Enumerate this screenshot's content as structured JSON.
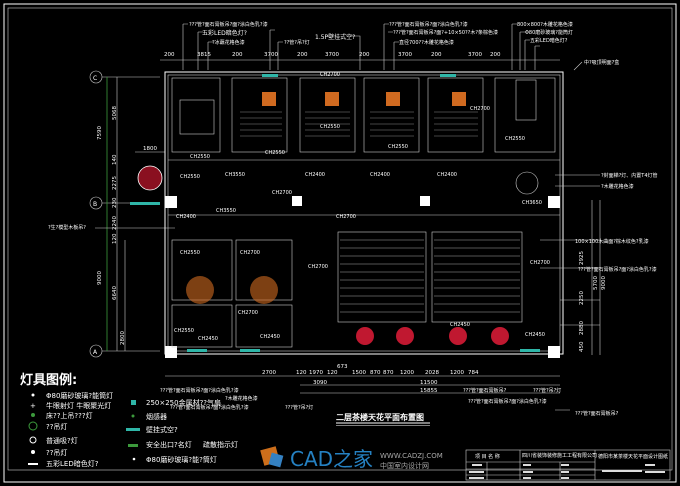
{
  "drawing_title": "二层茶楼天花平面布置图",
  "axes": {
    "c": "C",
    "b": "B",
    "a": "A"
  },
  "top_annotations": [
    "???管?面石膏板吊?面?涂白色乳?漆",
    "五彩LED暗色灯?",
    "?冰蘸花格色漆",
    "??管?吊?灯",
    "1.5P壁挂式空?",
    "???管?面石膏板吊?面?涂白色乳?漆",
    "???管?面石膏板吊?面?+10×50??木?条棕色漆",
    "直径700??木雕花格色漆",
    "800×800?木雕花格色漆",
    "Φ80磨砂玻璃?能筒灯",
    "五彩LED暗色灯?",
    "中?吸顶明面?盒"
  ],
  "top_dims": [
    "200",
    "3815",
    "200",
    "3700",
    "200",
    "3700",
    "200",
    "3700",
    "200",
    "3700",
    "200"
  ],
  "left_dims": [
    "7590",
    "5068",
    "140",
    "2275",
    "230",
    "2240",
    "120",
    "9000",
    "6640",
    "2800"
  ],
  "left_dim_1800": "1800",
  "left_annotation": "?生?模型木板吊?",
  "right_annotations": [
    "?封面梯?灯、内置T4灯管",
    "?木雕花格色漆",
    "100×100木曲面?棕木纹色?乳漆",
    "???管?面石膏板吊?面?涂白色乳?漆",
    "???管?面石膏板吊?面?涂白色乳?漆",
    "???管?面石膏板吊?面?涂白色乳?漆",
    "???管?面石膏板吊?"
  ],
  "right_dims": [
    "5700",
    "9000",
    "2925",
    "2250",
    "2880",
    "450"
  ],
  "bottom_dims": [
    "2700",
    "120",
    "1970",
    "120",
    "673",
    "1500",
    "870",
    "870",
    "1200",
    "2028",
    "1200",
    "784"
  ],
  "bottom_totals": [
    "3090",
    "11500",
    "15855"
  ],
  "bottom_annotations": [
    "???管?面石膏板吊?面?涂白色乳?漆",
    "?木雕花格色漆",
    "???管?吊?灯",
    "???管?面石膏板吊?",
    "???管?吊?灯"
  ],
  "room_labels": [
    "CH2550",
    "CH2550",
    "CH2550",
    "CH2550",
    "CH2700",
    "CH2700",
    "CH2550",
    "CH3550",
    "CH2400",
    "CH2400",
    "CH2400",
    "CH2550",
    "CH3650",
    "CH2700",
    "CH2700",
    "CH2550",
    "CH2700",
    "CH2550",
    "CH2700",
    "CH2700",
    "CH2450",
    "CH2450",
    "CH2700",
    "CH2450",
    "CH2450",
    "CH3550",
    "CH2400"
  ],
  "legend": {
    "heading": "灯具图例:",
    "items_left": [
      {
        "icon": "downlight-icon",
        "label": "Φ80磨砂玻璃?能筒灯"
      },
      {
        "icon": "spotlight-icon",
        "label": "牛眼射灯  牛眼聚光灯"
      },
      {
        "icon": "ceiling-lamp-icon",
        "label": "床??上吊???灯"
      },
      {
        "icon": "chandelier-icon",
        "label": "??吊灯"
      },
      {
        "icon": "wall-lamp-icon",
        "label": "普通吸?灯"
      },
      {
        "icon": "pendant-icon",
        "label": "??吊灯"
      },
      {
        "icon": "bar-lamp-icon",
        "label": "五彩LED暗色灯?"
      }
    ],
    "items_right": [
      {
        "icon": "vent-icon",
        "label": "250×250金属材??气扇"
      },
      {
        "icon": "smoke-detector-icon",
        "label": "烟感器"
      },
      {
        "icon": "ac-icon",
        "label": "壁挂式空?"
      },
      {
        "icon": "exit-sign-icon",
        "label": "安全出口?名灯",
        "label2": "疏散指示灯"
      },
      {
        "icon": "downlight-icon",
        "label": "Φ80磨砂玻璃?能?筒灯"
      }
    ]
  },
  "title_block": {
    "project_label": "项 目 名 称",
    "company": "四川省装饰装修施工工程有限公司",
    "drawing_name": "德阳市某茶楼天花平面设计图纸"
  },
  "watermark": {
    "logo_text": "CAD之家",
    "url": "WWW.CADZJ.COM",
    "sub": "中国室内设计网"
  },
  "colors": {
    "background": "#000000",
    "lines": "#ffffff",
    "accent_green": "#3c9a3c",
    "accent_cyan": "#2fb6a8",
    "fixture_orange": "#d06a20",
    "fixture_red": "#c01830"
  }
}
